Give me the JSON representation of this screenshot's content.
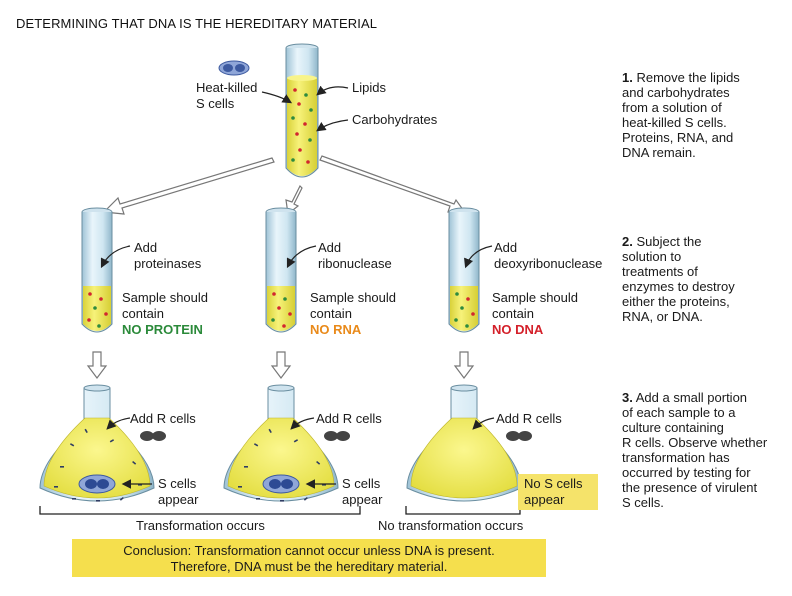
{
  "title": "DETERMINING THAT DNA IS THE HEREDITARY MATERIAL",
  "top": {
    "heat_killed": [
      "Heat-killed",
      "S cells"
    ],
    "lipids": "Lipids",
    "carbohydrates": "Carbohydrates"
  },
  "columns": [
    {
      "add": "Add",
      "enzyme": "proteinases",
      "sample1": "Sample should",
      "sample2": "contain",
      "result": "NO PROTEIN",
      "add_r": "Add R cells",
      "outcome1": "S cells",
      "outcome2": "appear"
    },
    {
      "add": "Add",
      "enzyme": "ribonuclease",
      "sample1": "Sample should",
      "sample2": "contain",
      "result": "NO RNA",
      "add_r": "Add R cells",
      "outcome1": "S cells",
      "outcome2": "appear"
    },
    {
      "add": "Add",
      "enzyme": "deoxyribonuclease",
      "sample1": "Sample should",
      "sample2": "contain",
      "result": "NO DNA",
      "add_r": "Add R cells",
      "outcome1": "No S cells",
      "outcome2": "appear"
    }
  ],
  "steps": [
    {
      "num": "1.",
      "text": "Remove the lipids\nand carbohydrates\nfrom a solution of\nheat-killed S cells.\nProteins, RNA, and\nDNA remain."
    },
    {
      "num": "2.",
      "text": "Subject the\nsolution to\ntreatments of\nenzymes to destroy\neither the proteins,\nRNA, or DNA."
    },
    {
      "num": "3.",
      "text": "Add a small portion\nof each sample to a\nculture containing\nR cells. Observe whether\ntransformation has\noccurred by testing for\nthe presence of virulent\nS cells."
    }
  ],
  "brackets": {
    "transformation": "Transformation occurs",
    "no_transformation": "No transformation occurs"
  },
  "conclusion": [
    "Conclusion: Transformation cannot occur unless DNA is present.",
    "Therefore, DNA must be the hereditary material."
  ],
  "colors": {
    "solution": "#f2ec52",
    "tube_glass": "#d8ecf4",
    "arrow": "#ffffff",
    "protein_label": "#2b8a3a",
    "rna_label": "#e98a1a",
    "dna_label": "#d4202a",
    "conclusion_bg": "#f5df4d"
  }
}
